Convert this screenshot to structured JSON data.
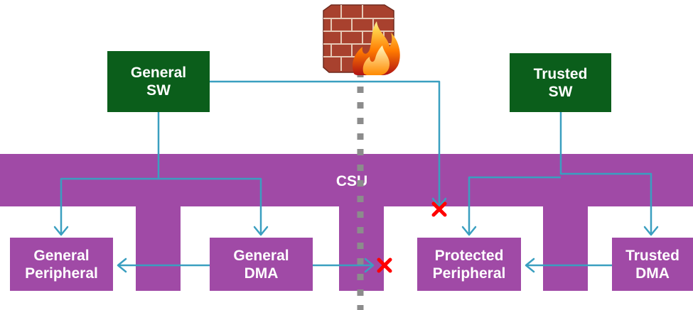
{
  "bus": {
    "label": "CSU"
  },
  "software": {
    "general": {
      "label": "General\nSW"
    },
    "trusted": {
      "label": "Trusted\nSW"
    }
  },
  "devices": {
    "general_peripheral": {
      "label": "General\nPeripheral"
    },
    "general_dma": {
      "label": "General\nDMA"
    },
    "protected_peripheral": {
      "label": "Protected\nPeripheral"
    },
    "trusted_dma": {
      "label": "Trusted\nDMA"
    }
  },
  "colors": {
    "bus": "#a04aa6",
    "software_box": "#0b5e1b",
    "connector": "#3a9fc0",
    "blocked_marker": "#ff0000",
    "firewall_line": "#8c8c8c"
  },
  "icons": [
    "firewall-icon",
    "blocked-x-icon"
  ]
}
